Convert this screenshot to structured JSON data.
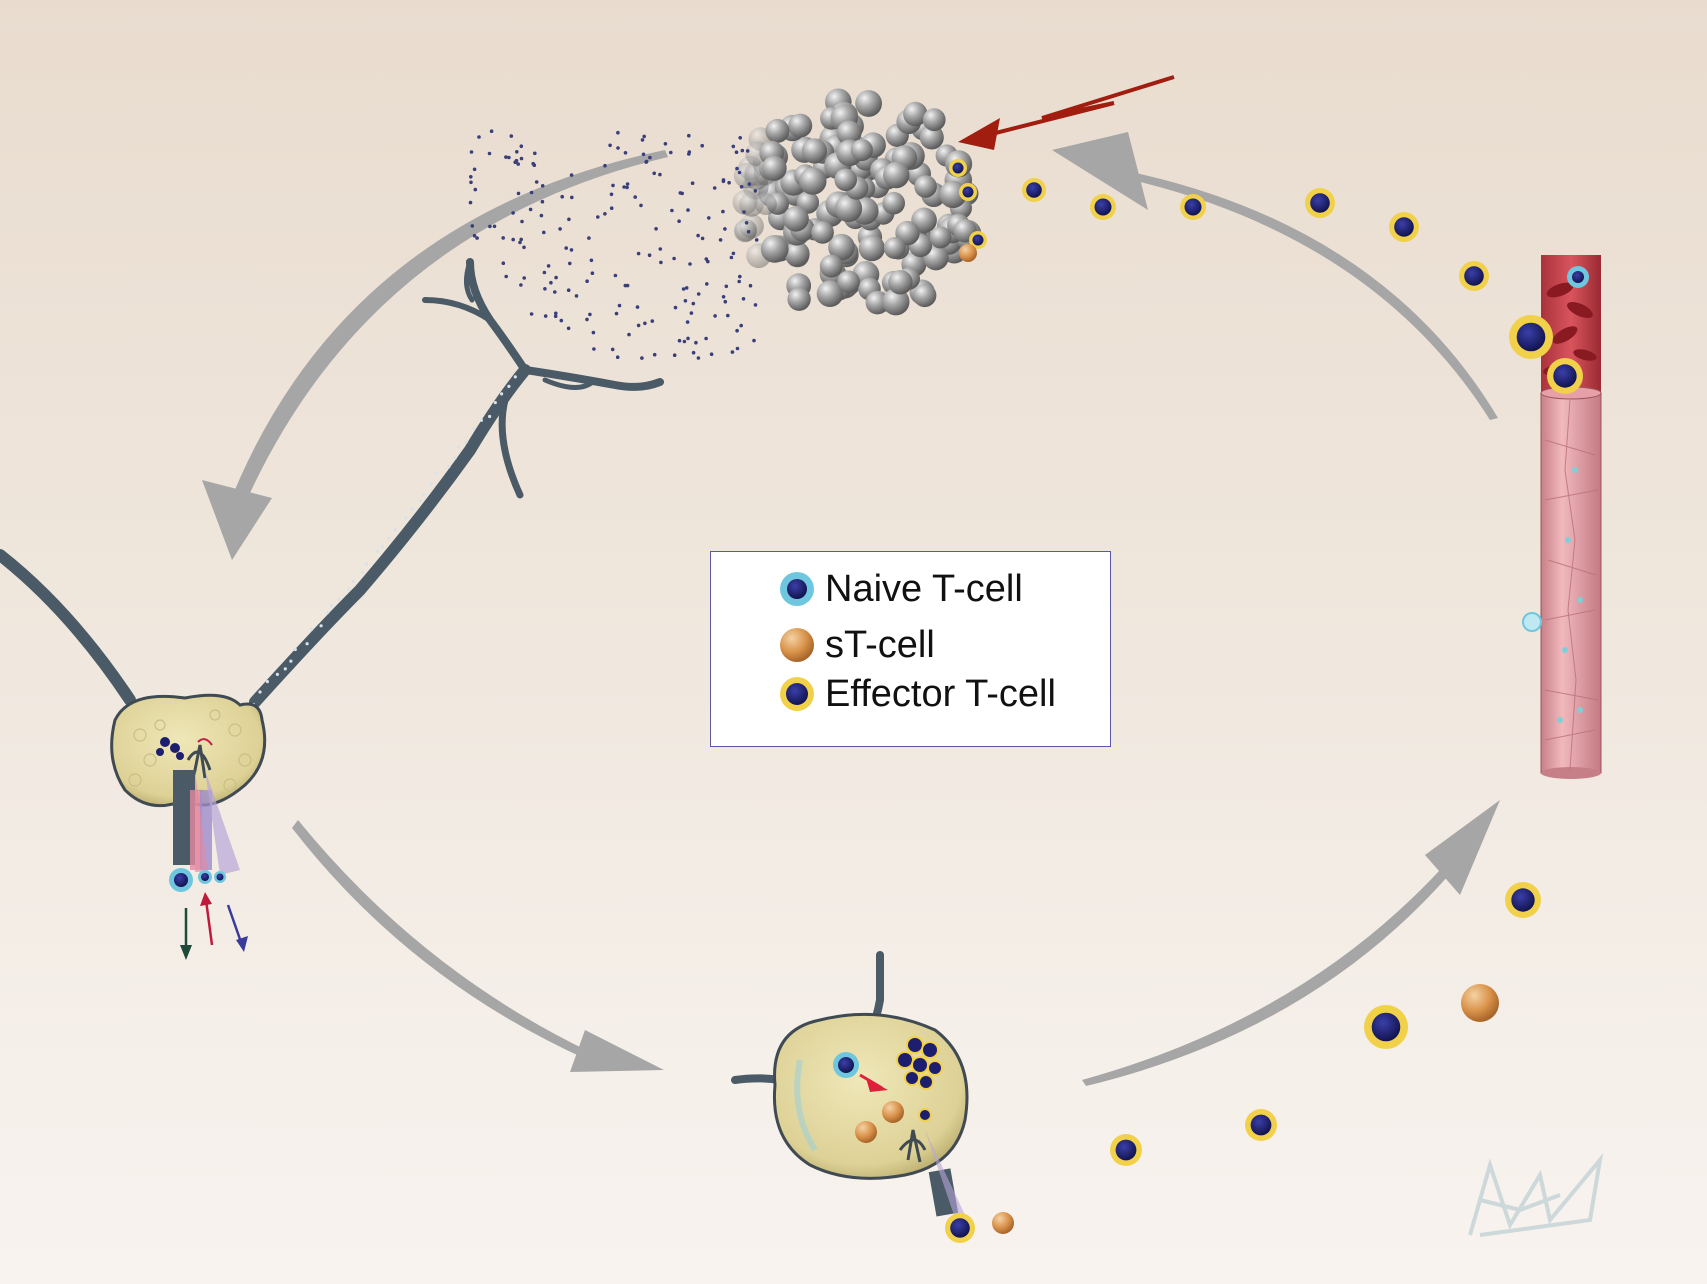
{
  "colors": {
    "background_top": "#e9dccf",
    "arrow_gray": "#a6a6a6",
    "nerve": "#4a5a66",
    "node_fill": "#e2d8a0",
    "naive_ring": "#6fc7df",
    "effector_ring": "#f1d14a",
    "cell_core": "#1d1f6e",
    "st_cell": "#d9924a",
    "injury_arrow": "#a01d10",
    "legend_border": "#5a57a8"
  },
  "legend": {
    "items": [
      {
        "icon": "naive-t-cell-icon",
        "label": "Naive T-cell"
      },
      {
        "icon": "st-cell-icon",
        "label": "sT-cell"
      },
      {
        "icon": "effector-t-cell-icon",
        "label": "Effector T-cell"
      }
    ]
  }
}
